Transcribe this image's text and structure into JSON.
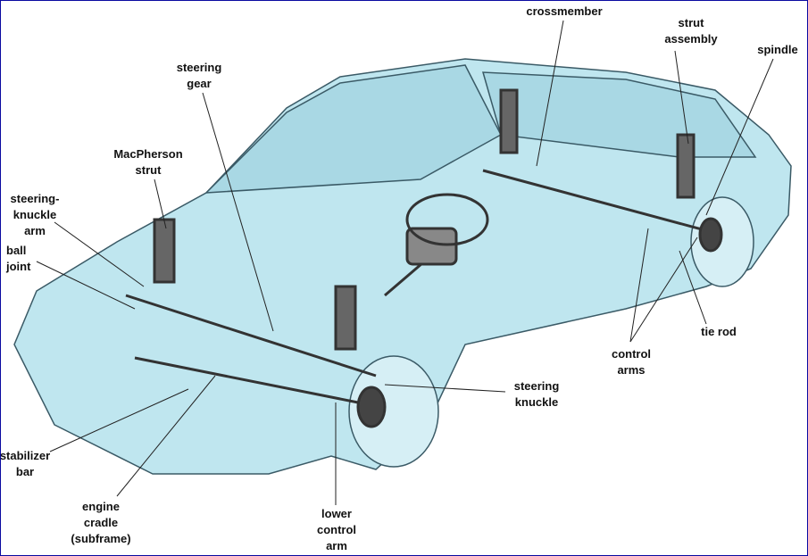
{
  "labels": {
    "crossmember": "crossmember",
    "strut_assembly": [
      "strut",
      "assembly"
    ],
    "spindle": "spindle",
    "steering_gear": [
      "steering",
      "gear"
    ],
    "macpherson_strut": [
      "MacPherson",
      "strut"
    ],
    "steering_knuckle_arm": [
      "steering-",
      "knuckle",
      "arm"
    ],
    "ball_joint": [
      "ball",
      "joint"
    ],
    "tie_rod": "tie rod",
    "control_arms": [
      "control",
      "arms"
    ],
    "steering_knuckle": [
      "steering",
      "knuckle"
    ],
    "stabilizer_bar": [
      "stabilizer",
      "bar"
    ],
    "engine_cradle": [
      "engine",
      "cradle",
      "(subframe)"
    ],
    "lower_control_arm": [
      "lower",
      "control",
      "arm"
    ]
  },
  "colors": {
    "body": "#bfe6ef",
    "outline": "#3a5a66",
    "border": "#0a0aa0"
  }
}
